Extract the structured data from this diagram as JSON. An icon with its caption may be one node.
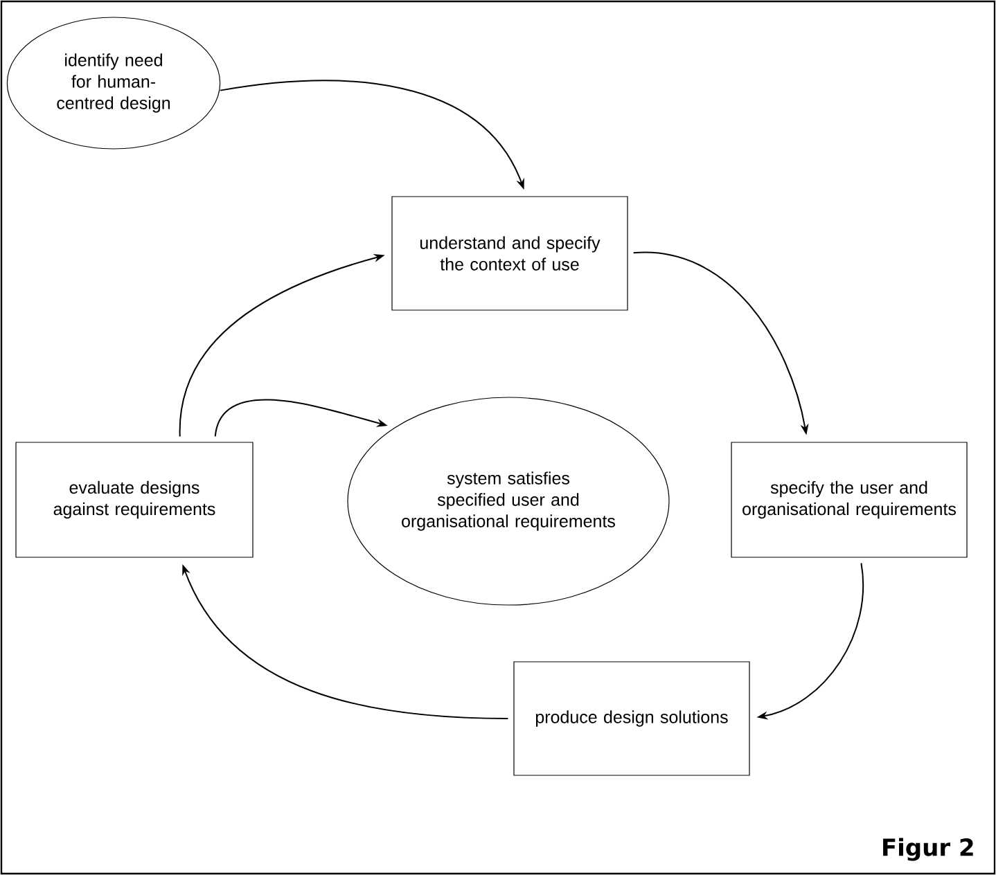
{
  "diagram": {
    "nodes": [
      {
        "text": [
          "identify need for human-centred design"
        ]
      },
      {
        "text": [
          "understand and specify the context of use"
        ]
      },
      {
        "text": [
          "specify the user and organisational requirements"
        ]
      },
      {
        "text": [
          "produce design solutions"
        ]
      },
      {
        "text": [
          "evaluate designs against requirements"
        ]
      },
      {
        "text": [
          "system satisfies specified user and organisational requirements"
        ]
      }
    ],
    "edges": [
      {
        "from": 0,
        "to": 1,
        "arrow": "to"
      },
      {
        "from": 1,
        "to": 2,
        "arrow": "to"
      },
      {
        "from": 2,
        "to": 3,
        "arrow": "to"
      },
      {
        "from": 3,
        "to": 4,
        "arrow": "to"
      },
      {
        "from": 4,
        "to": 1,
        "arrow": "to"
      },
      {
        "from": 4,
        "to": 5,
        "arrow": "to"
      }
    ],
    "labels": [
      "Figur 2"
    ]
  }
}
